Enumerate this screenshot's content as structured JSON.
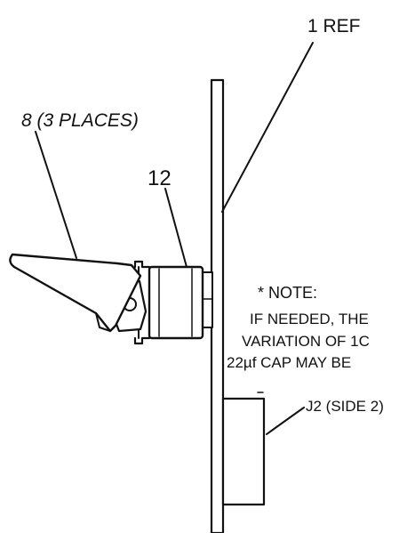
{
  "callouts": {
    "ref": "1 REF",
    "part8": "8 (3 PLACES)",
    "part12": "12",
    "j2": "J2 (SIDE 2)"
  },
  "note": {
    "heading": "* NOTE:",
    "line1": "IF NEEDED, THE",
    "line2": "VARIATION OF 1C",
    "line3": "22µf CAP MAY BE"
  },
  "colors": {
    "ink": "#111111",
    "paper": "#ffffff"
  }
}
